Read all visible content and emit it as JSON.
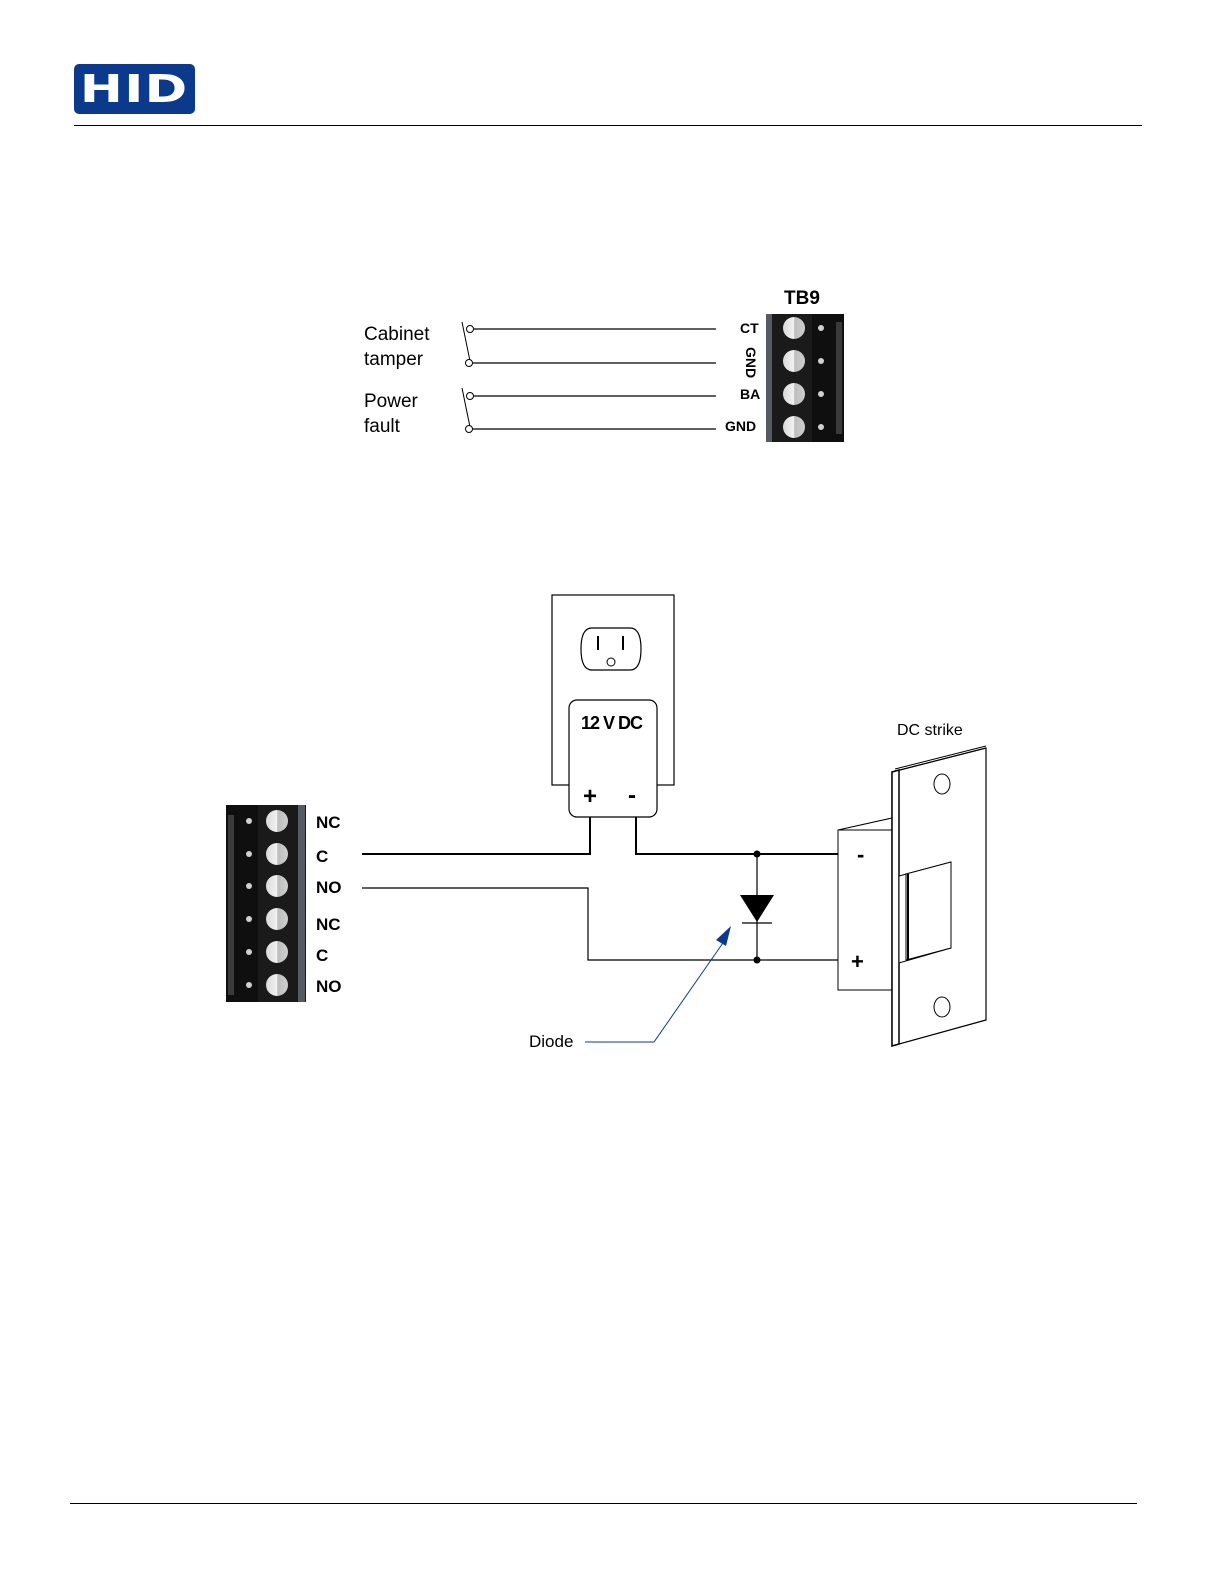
{
  "header": {
    "logo_text": "HID",
    "logo_color": "#0b3a8c"
  },
  "diagram1": {
    "inputs": [
      {
        "label_line1": "Cabinet",
        "label_line2": "tamper"
      },
      {
        "label_line1": "Power",
        "label_line2": "fault"
      }
    ],
    "terminal_block": {
      "title": "TB9",
      "terminals": [
        "CT",
        "GND",
        "BA",
        "GND"
      ]
    }
  },
  "diagram2": {
    "relay_terminals": [
      "NC",
      "C",
      "NO",
      "NC",
      "C",
      "NO"
    ],
    "power_supply": {
      "label": "12 V DC",
      "plus": "+",
      "minus": "-"
    },
    "strike": {
      "label": "DC strike",
      "minus": "-",
      "plus": "+"
    },
    "diode_label": "Diode",
    "annotation_color": "#0b3a8c"
  }
}
